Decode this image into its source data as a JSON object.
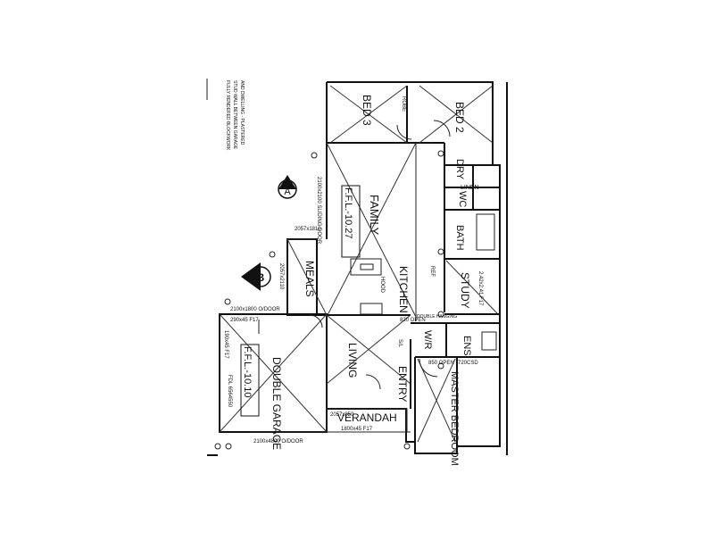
{
  "rooms": {
    "bed2": "BED 2",
    "bed3": "BED 3",
    "family": "FAMILY",
    "ffl_family": "F.F.L.-10.27",
    "meals": "MEALS",
    "kitchen": "KITCHEN",
    "study": "STUDY",
    "living": "LIVING",
    "entry": "ENTRY",
    "wr": "W/R",
    "ens": "ENS",
    "master": "MASTER BEDROOM",
    "garage": "DOUBLE GARAGE",
    "ffl_garage": "F.F.L.-10.10",
    "verandah": "VERANDAH",
    "bath": "BATH",
    "wc": "WC",
    "linen": "LINEN",
    "dry": "DRY"
  },
  "markers": {
    "section_a": "A",
    "section_b": "B"
  },
  "labels": {
    "sliding_door": "2100x2100 SLIDING DOOR",
    "window_family": "2057x1810",
    "window_meals": "2057x2110",
    "window_top": "2100x1800 O/DOOR",
    "garage_window": "2100x4800 O/DOOR",
    "verandah_dims": "1800x45 F17",
    "master_dims": "720CSD",
    "study_dims": "2.42x2.41 F17",
    "open_820": "820 OPEN",
    "open_850": "850 OPEN",
    "bottom_window": "2057x850",
    "ref": "REF",
    "sl": "S/L",
    "hood": "HOOD",
    "robe": "ROBE",
    "garage_notes": "FDL 6564550",
    "garage_dims_a": "190x45 F17",
    "garage_dims_b": "290x45 F17",
    "double_hanging": "DOUBLE HANGING",
    "note_1": "FULLY RENDERED BLOCKWORK",
    "note_2": "STUD WALL BETWEEN GARAGE",
    "note_3": "AND DWELLING - PLASTERED"
  }
}
